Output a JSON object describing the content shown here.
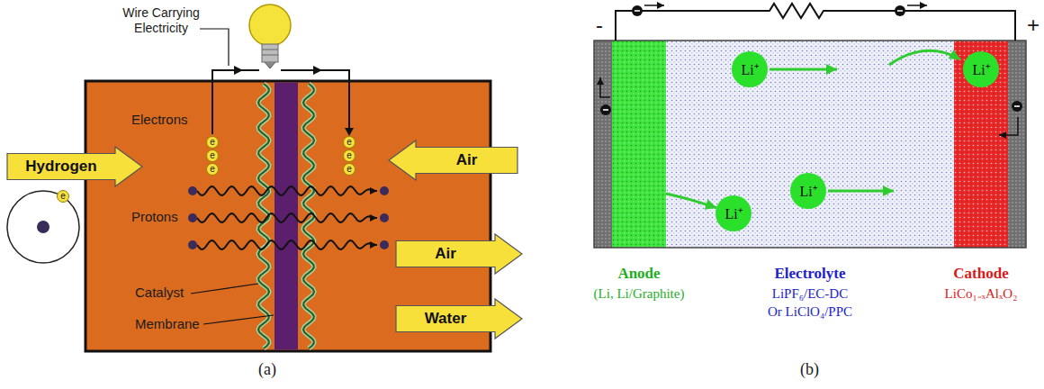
{
  "diagram": {
    "nodes": [
      {
        "text": [
          "Hydrogen"
        ]
      },
      {
        "text": [
          "Air"
        ]
      },
      {
        "text": [
          "Air"
        ]
      },
      {
        "text": [
          "Water"
        ]
      },
      {
        "text": [
          "e"
        ]
      },
      {
        "text": [
          "e"
        ]
      },
      {
        "text": [
          "e"
        ]
      },
      {
        "text": [
          "e"
        ]
      },
      {
        "text": [
          "e"
        ]
      },
      {
        "text": [
          "e"
        ]
      },
      {
        "text": [
          "e"
        ]
      },
      {
        "text": [
          "Anode",
          "(Li, Li/Graphite)"
        ]
      },
      {
        "text": [
          "Electrolyte",
          "LiPF₆/EC-DC Or LiClO₄/PPC"
        ]
      },
      {
        "text": [
          "Li⁺"
        ],
        "in": 12
      },
      {
        "text": [
          "Li⁺"
        ],
        "in": 12
      },
      {
        "text": [
          "Li⁺"
        ],
        "in": 12
      },
      {
        "text": [
          "Cathode",
          "LiCo₁₋ₓAlₓO₂"
        ]
      },
      {
        "text": [
          "Li⁺"
        ],
        "in": 16
      }
    ],
    "edges": [
      {
        "from": 11,
        "to": 15,
        "arrow": "to"
      }
    ],
    "labels": [
      "Wire Carrying Electricity",
      "Electrons",
      "Protons",
      "Catalyst",
      "Membrane",
      "(a)",
      "-",
      "+",
      "(b)"
    ]
  }
}
